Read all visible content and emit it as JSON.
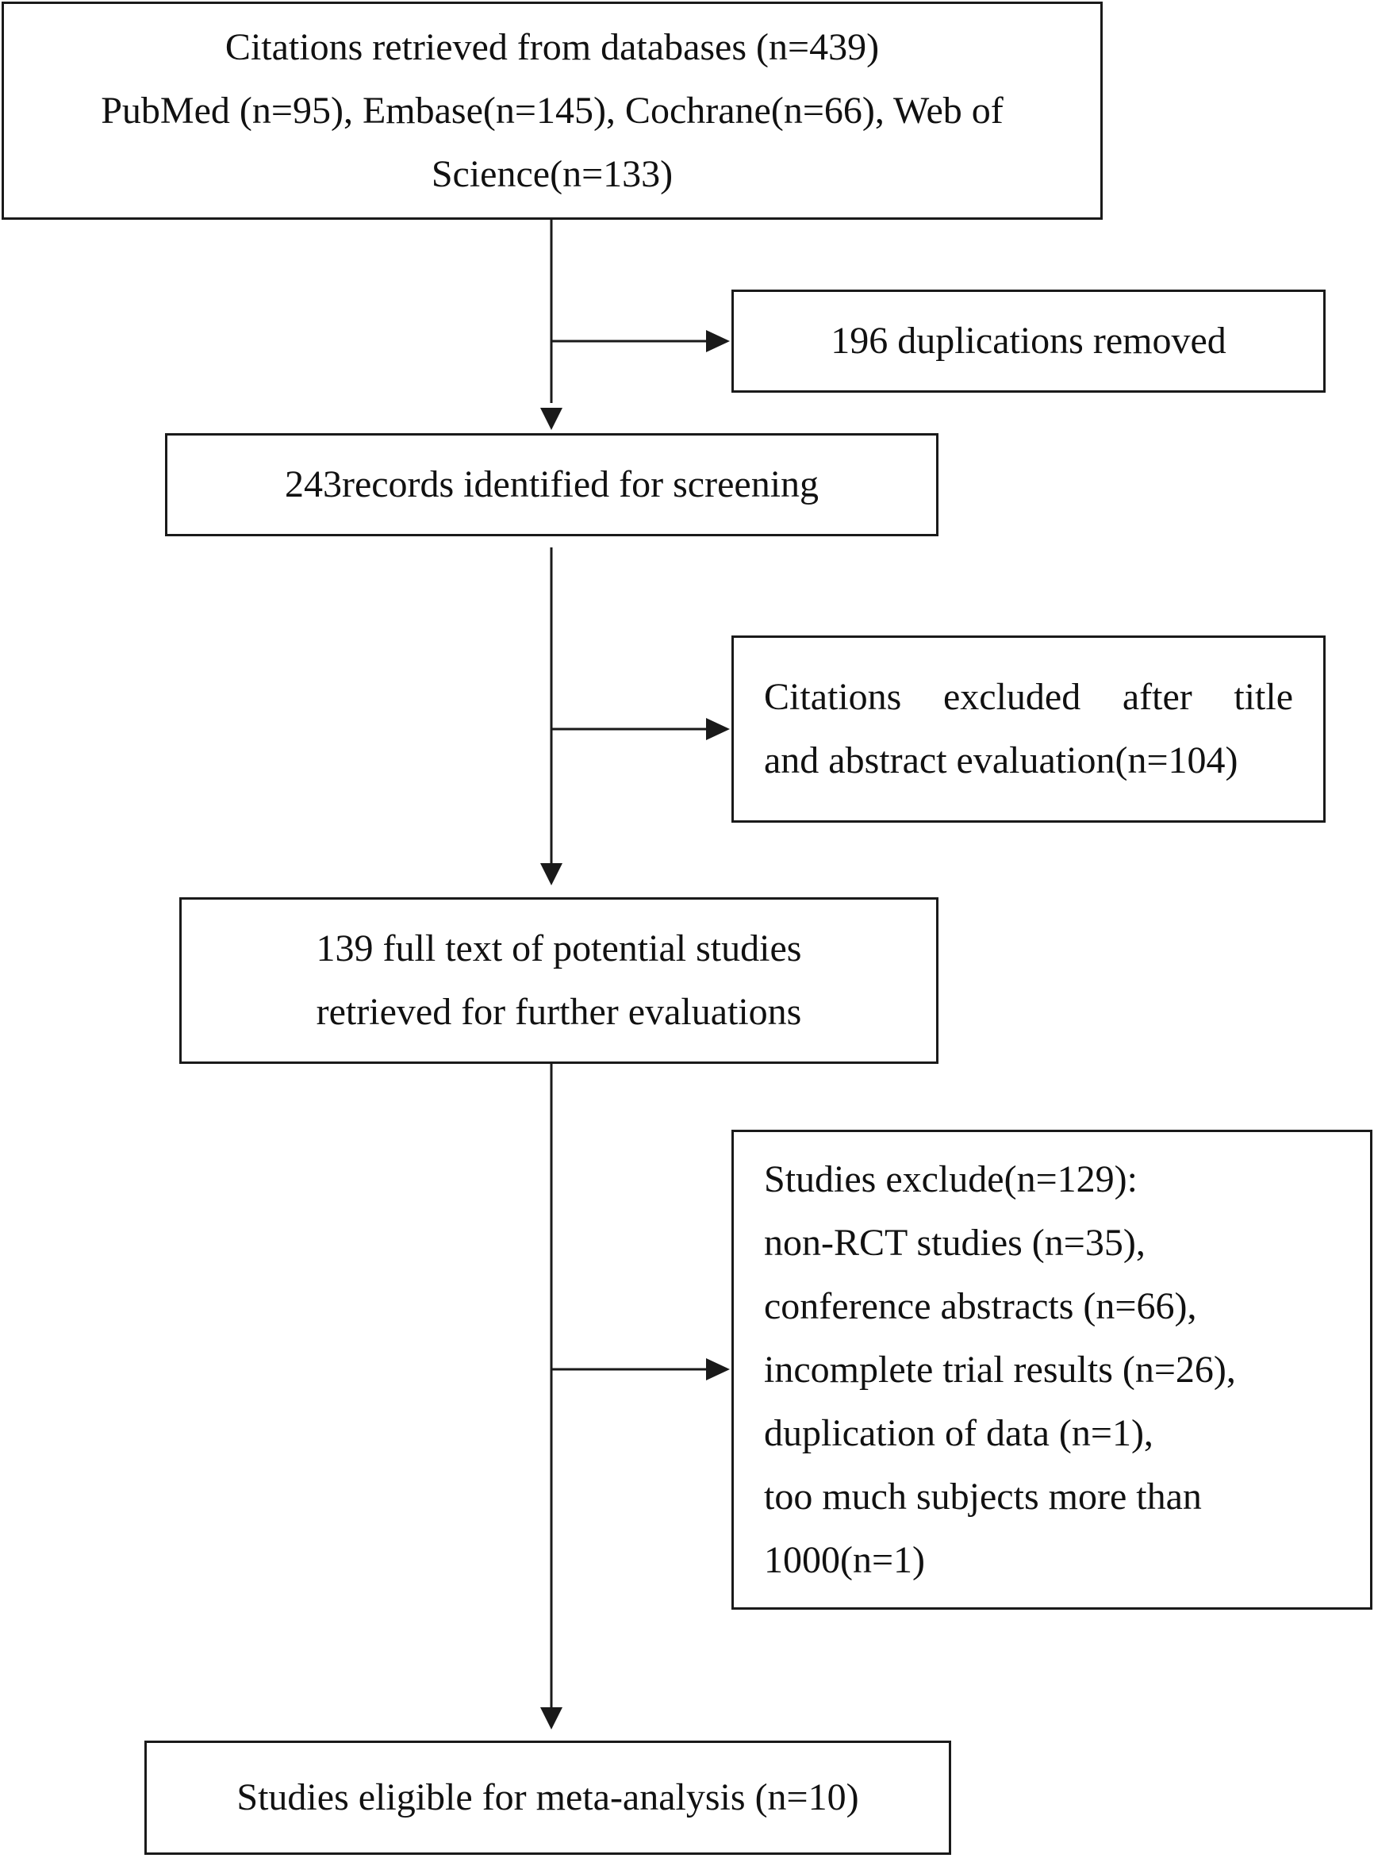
{
  "flowchart": {
    "box1": {
      "lines": [
        "Citations retrieved from databases (n=439)",
        "PubMed (n=95), Embase(n=145), Cochrane(n=66), Web of",
        "Science(n=133)"
      ]
    },
    "box2": {
      "text": "196 duplications removed"
    },
    "box3": {
      "text": "243records identified for screening"
    },
    "box4": {
      "lines": [
        "Citations excluded after title",
        "and abstract evaluation(n=104)"
      ]
    },
    "box5": {
      "lines": [
        "139 full text of potential studies",
        "retrieved for further evaluations"
      ]
    },
    "box6": {
      "lines": [
        "Studies exclude(n=129):",
        "non-RCT studies (n=35),",
        "conference abstracts (n=66),",
        "incomplete trial results (n=26),",
        "duplication of data (n=1),",
        "too much subjects more than",
        "1000(n=1)"
      ]
    },
    "box7": {
      "text": "Studies eligible for meta-analysis (n=10)"
    }
  },
  "colors": {
    "line": "#1a1a1a",
    "text": "#111111",
    "background": "#ffffff"
  }
}
